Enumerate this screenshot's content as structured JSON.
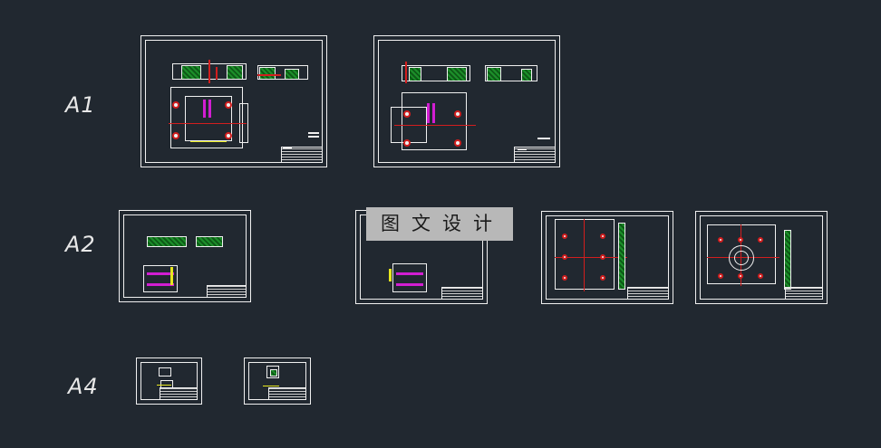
{
  "canvas": {
    "background": "#212830"
  },
  "row_labels": [
    {
      "id": "a1",
      "text": "A1"
    },
    {
      "id": "a2",
      "text": "A2"
    },
    {
      "id": "a4",
      "text": "A4"
    }
  ],
  "watermark": {
    "text": "图文设计"
  },
  "sheets": [
    {
      "id": "a1-sheet-1",
      "size": "A1",
      "content": "assembly drawing"
    },
    {
      "id": "a1-sheet-2",
      "size": "A1",
      "content": "assembly drawing"
    },
    {
      "id": "a2-sheet-1",
      "size": "A2",
      "content": "assembly drawing"
    },
    {
      "id": "a2-sheet-2",
      "size": "A2",
      "content": "assembly drawing"
    },
    {
      "id": "a2-sheet-3",
      "size": "A2",
      "content": "plate drawing"
    },
    {
      "id": "a2-sheet-4",
      "size": "A2",
      "content": "plate drawing"
    },
    {
      "id": "a4-sheet-1",
      "size": "A4",
      "content": "part drawing"
    },
    {
      "id": "a4-sheet-2",
      "size": "A4",
      "content": "part drawing"
    }
  ],
  "colors": {
    "line": "#f0f0f0",
    "red": "#d21e1e",
    "green": "#1c8f2a",
    "magenta": "#d21ed2",
    "yellow": "#e6e61e"
  }
}
